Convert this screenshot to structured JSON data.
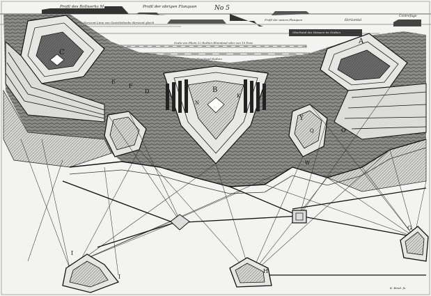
{
  "plate": {
    "number": "No 5",
    "profile_header": {
      "left_label": "Profil des Bollwerks M",
      "center_label": "Profil der obrigen Flanquen",
      "right_label": "Contrefage"
    },
    "profile_labels": {
      "horizon_line": "Horizont Linie von Gesichtshoehe Horizont gleich",
      "lower_flank": "Profil der untern Flanquen",
      "horizontal": "Horizontal",
      "water_level": "Oberhand des Wassers im Graben"
    },
    "scale_labels": {
      "upper_scale": "Scala von Rhein 12 Ruthen Rheinland oder von 10 Fuss",
      "lower_scale": "Scala von 10 Rheinland Ruthen",
      "mini_label": "Lenti Bollwerk"
    },
    "engraver_mark": "K. Bend. fe."
  },
  "letters": [
    {
      "id": "C",
      "text": "C"
    },
    {
      "id": "E",
      "text": "E"
    },
    {
      "id": "F",
      "text": "F"
    },
    {
      "id": "D",
      "text": "D"
    },
    {
      "id": "B",
      "text": "B"
    },
    {
      "id": "A",
      "text": "A"
    },
    {
      "id": "K",
      "text": "K"
    },
    {
      "id": "N",
      "text": "N"
    },
    {
      "id": "Y",
      "text": "Y"
    },
    {
      "id": "Q",
      "text": "Q"
    },
    {
      "id": "O",
      "text": "O"
    },
    {
      "id": "W",
      "text": "W"
    },
    {
      "id": "I1",
      "text": "I"
    },
    {
      "id": "I2",
      "text": "I"
    },
    {
      "id": "H",
      "text": "H"
    },
    {
      "id": "G",
      "text": "G"
    }
  ]
}
